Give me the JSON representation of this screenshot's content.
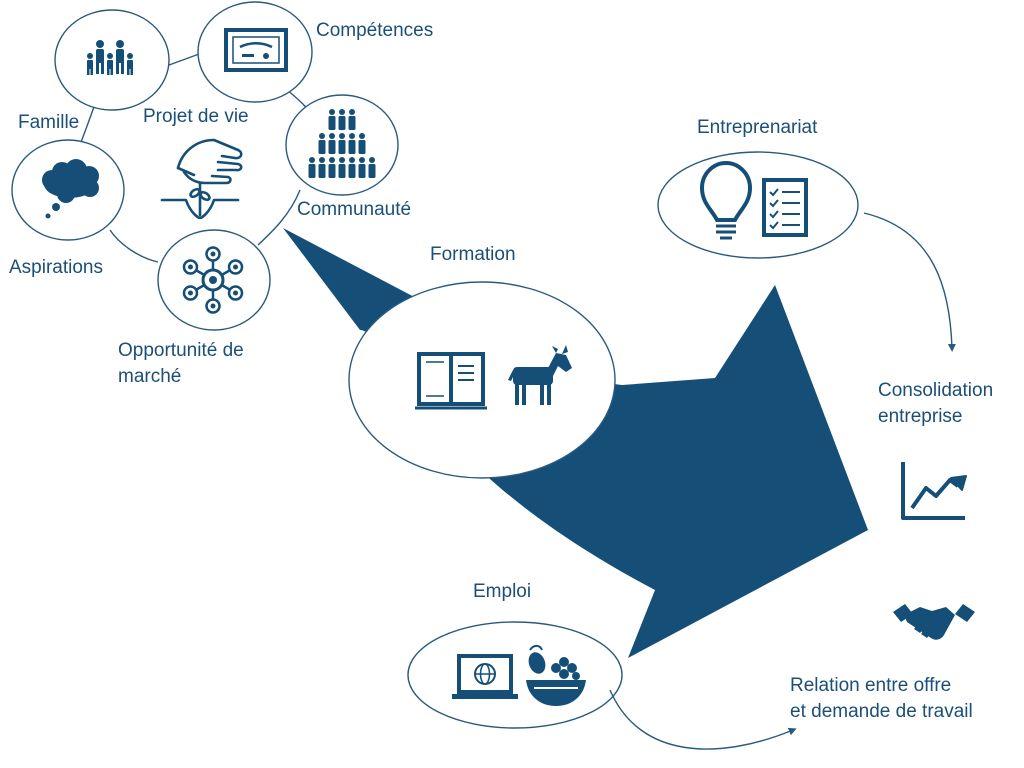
{
  "colors": {
    "primary": "#154f78",
    "line": "#2a5a7f",
    "background": "#ffffff"
  },
  "labels": {
    "competences": "Compétences",
    "famille": "Famille",
    "projet_de_vie": "Projet de vie",
    "communaute": "Communauté",
    "aspirations": "Aspirations",
    "opportunite_line1": "Opportunité  de",
    "opportunite_line2": "marché",
    "formation": "Formation",
    "entreprenariat": "Entreprenariat",
    "consolidation_line1": "Consolidation",
    "consolidation_line2": "entreprise",
    "emploi": "Emploi",
    "relation_line1": "Relation entre offre",
    "relation_line2": "et demande  de travail"
  },
  "icons": [
    "family-icon",
    "certificate-icon",
    "crowd-icon",
    "thought-cloud-icon",
    "hand-seed-icon",
    "network-icon",
    "open-book-icon",
    "goat-icon",
    "lightbulb-icon",
    "checklist-icon",
    "growth-chart-icon",
    "laptop-globe-icon",
    "fruit-basket-icon",
    "handshake-icon"
  ]
}
